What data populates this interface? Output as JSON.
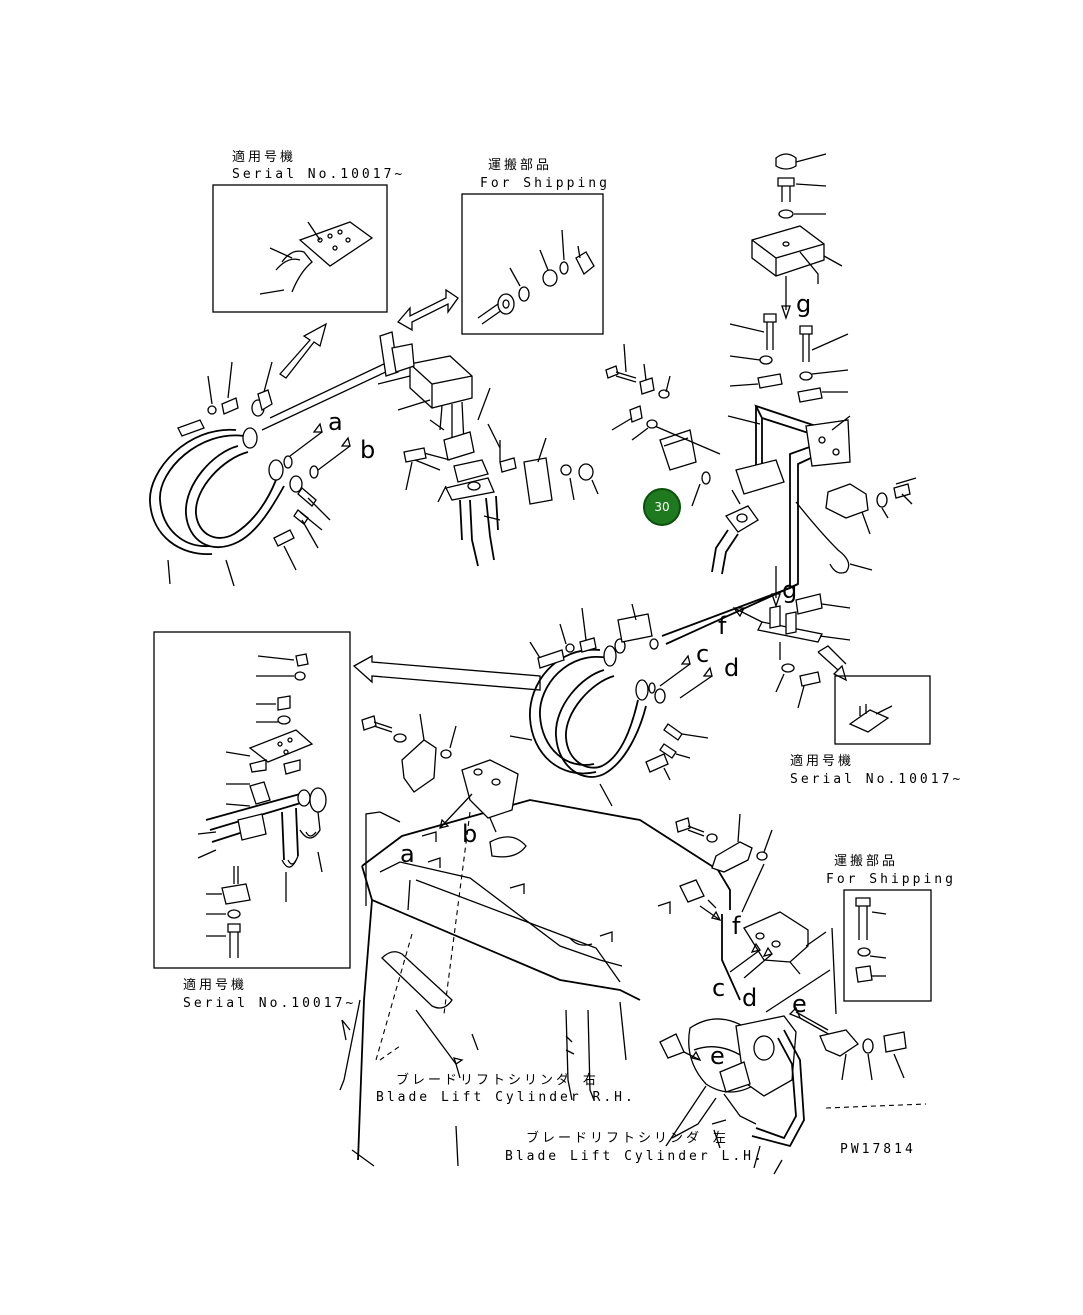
{
  "labels": {
    "serial_jp": "適用号機",
    "serial_en": "Serial No.10017~",
    "shipping_jp": "運搬部品",
    "shipping_en": "For Shipping",
    "blade_rh_jp": "ブレードリフトシリンダ 右",
    "blade_rh_en": "Blade Lift Cylinder R.H.",
    "blade_lh_jp": "ブレードリフトシリンダ 左",
    "blade_lh_en": "Blade Lift Cylinder L.H.",
    "drawing_no": "PW17814"
  },
  "callout": {
    "number": "30",
    "color": "#1f7a1f"
  },
  "letters": {
    "a": "a",
    "b": "b",
    "c": "c",
    "d": "d",
    "e": "e",
    "f": "f",
    "g": "g"
  }
}
